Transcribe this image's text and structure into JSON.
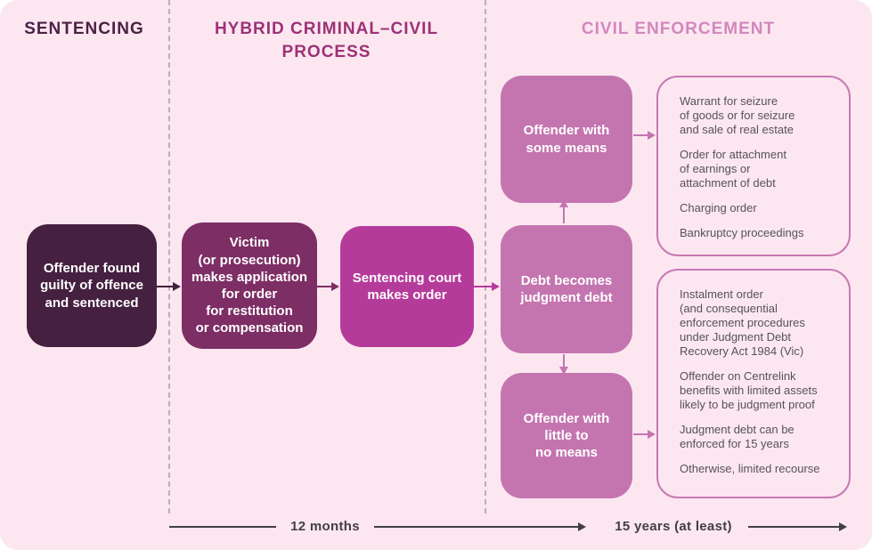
{
  "palette": {
    "page-bg": "#fce7f0",
    "header-sentencing": "#4b2144",
    "header-hybrid": "#9c3277",
    "header-civil": "#d287bd",
    "box-darkest": "#452040",
    "box-dark": "#7d2e65",
    "box-magenta": "#b53b9b",
    "box-pink": "#c475b0",
    "panel-border": "#c879b4",
    "panel-text": "#57525a",
    "dash-line": "#b5b2b6",
    "timeline": "#413e44"
  },
  "headers": {
    "sentencing": "SENTENCING",
    "hybrid": "HYBRID CRIMINAL–CIVIL\nPROCESS",
    "civil": "CIVIL ENFORCEMENT"
  },
  "flow": {
    "offender_guilty": "Offender found\nguilty of offence\nand sentenced",
    "victim_application": "Victim\n(or prosecution)\nmakes application\nfor order\nfor restitution\nor compensation",
    "court_order": "Sentencing court\nmakes order",
    "judgment_debt": "Debt becomes\njudgment debt",
    "some_means": "Offender with\nsome means",
    "little_means": "Offender with\nlittle to\nno means"
  },
  "panels": {
    "some_means_options": [
      "Warrant for seizure\nof goods or for seizure\nand sale of real estate",
      "Order for attachment\nof earnings or\nattachment of debt",
      "Charging order",
      "Bankruptcy proceedings"
    ],
    "little_means_options": [
      "Instalment order\n(and consequential\nenforcement procedures\nunder Judgment Debt\nRecovery Act 1984 (Vic)",
      "Offender on Centrelink\nbenefits with limited assets\nlikely to be judgment proof",
      "Judgment debt can be\nenforced for 15 years",
      "Otherwise, limited recourse"
    ]
  },
  "timeline": {
    "first_label": "12 months",
    "second_label": "15 years (at least)"
  }
}
